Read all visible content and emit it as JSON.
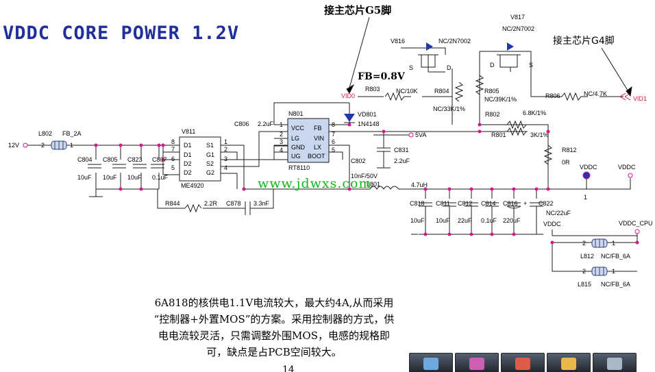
{
  "title": "VDDC CORE POWER 1.2V",
  "notes": {
    "top": "接主芯片G5脚",
    "right": "接主芯片G4脚",
    "fb": "FB=0.8V",
    "watermark": "www.jdwxs.com",
    "description": [
      "6A818的核供电1.1V电流较大，最大约4A,从而采用",
      "“控制器+外置MOS”的方案。采用控制器的方式，供",
      "电电流较灵活，只需调整外围MOS，电感的规格即",
      "可，缺点是占PCB空间较大。"
    ],
    "page_number": "14"
  },
  "components": {
    "v816": "V816",
    "v816_part": "NC/2N7002",
    "v817": "V817",
    "v817_part": "NC/2N7002",
    "r803": "R803",
    "r803_val": "NC/10K",
    "r804": "R804",
    "r804_val": "NC/33K/1%",
    "r805": "R805",
    "r805_val": "NC/39K/1%",
    "r806": "R806",
    "r806_val": "NC/4.7K",
    "r802": "R802",
    "r802_val": "6.8K/1%",
    "r801": "R801",
    "r801_val": "3K/1%",
    "r812": "R812",
    "r812_val": "0R",
    "vd801": "VD801",
    "vd801_part": "1N4148",
    "n801": "N801",
    "n801_part": "RT8110",
    "n801_pins_left": [
      "VCC",
      "LG",
      "GND",
      "UG"
    ],
    "n801_pins_right": [
      "FB",
      "VIN",
      "LX",
      "BOOT"
    ],
    "n801_nums_left": [
      "1",
      "2",
      "3",
      "4"
    ],
    "n801_nums_right": [
      "8",
      "7",
      "6",
      "5"
    ],
    "v811": "V811",
    "v811_part": "ME4920",
    "v811_pins_left": [
      "D1",
      "D1",
      "D2",
      "D2"
    ],
    "v811_pins_right": [
      "S1",
      "G1",
      "S2",
      "G2"
    ],
    "v811_nums_left": [
      "8",
      "7",
      "6",
      "5"
    ],
    "v811_nums_right": [
      "1",
      "2",
      "3",
      "4"
    ],
    "l802": "L802",
    "l802_part": "FB_2A",
    "c804": "C804",
    "c804_val": "10uF",
    "c805": "C805",
    "c805_val": "10uF",
    "c823": "C823",
    "c823_val": "10uF",
    "c807": "C807",
    "c807_val": "0.1uF",
    "c806": "C806",
    "c806_val": "2.2uF",
    "c831": "C831",
    "c831_val": "2.2uF",
    "c802": "C802",
    "c802_val": "10nF/50V",
    "l801": "L801",
    "l801_val": "4.7uH",
    "r844": "R844",
    "r844_val": "2.2R",
    "c878": "C878",
    "c878_val": "3.3nF",
    "c818": "C818",
    "c818_val": "10uF",
    "c811": "C811",
    "c811_val": "10uF",
    "c812": "C812",
    "c812_val": "22uF",
    "c814": "C814",
    "c814_val": "0.1uF",
    "c816": "C816",
    "c816_val": "220uF",
    "c822": "C822",
    "c822_val": "NC/22uF",
    "l812": "L812",
    "l812_val": "NC/FB_6A",
    "l815": "L815",
    "l815_val": "NC/FB_6A"
  },
  "nets": {
    "vid0": "VID0",
    "vid1": "VID1",
    "v12": "12V",
    "v5a": "5VA",
    "vddc": "VDDC",
    "vddc_cpu": "VDDC_CPU",
    "gate_s": "S",
    "gate_d": "D",
    "pin1": "1",
    "pin2": "2",
    "plus": "+"
  },
  "taskbar": {
    "icons": [
      "clapper-icon",
      "music-icon",
      "chart-icon",
      "image-folder-icon",
      "tools-icon"
    ]
  },
  "colors": {
    "title": "#1f2f9c",
    "wire": "#1a1a1a",
    "junction": "#d6148c",
    "vid_label": "#d8163a",
    "watermark": "#12b812",
    "chip_fill": "#c9d7ef"
  }
}
